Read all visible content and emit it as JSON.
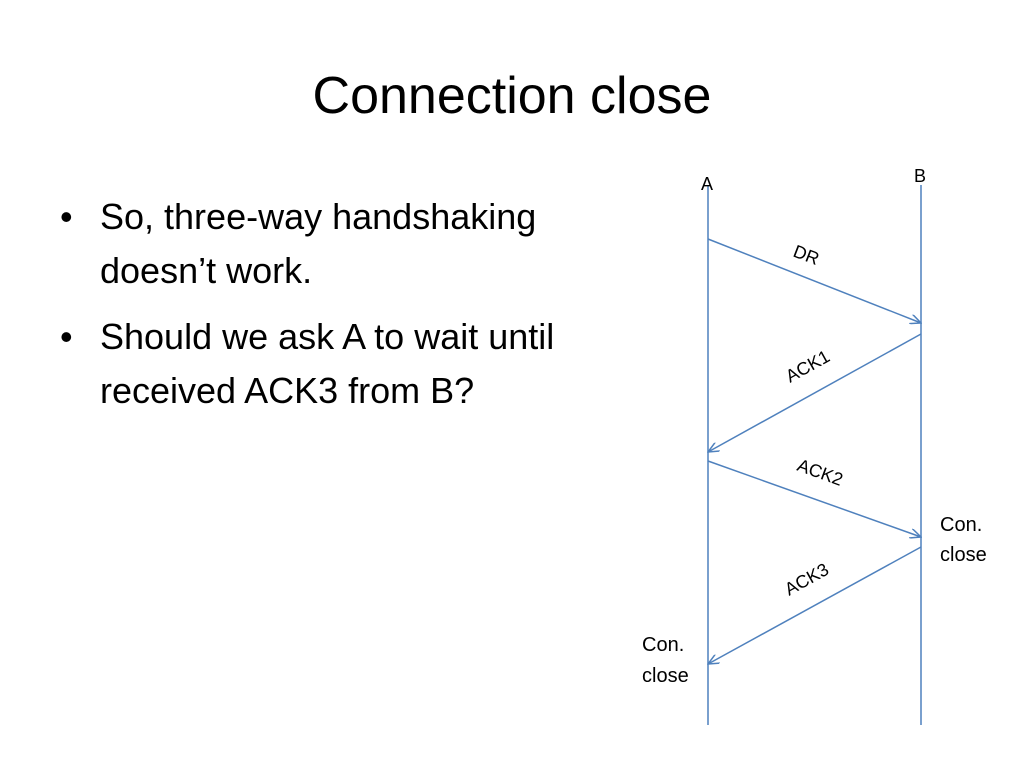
{
  "slide": {
    "title": "Connection close",
    "bullets": [
      "So, three-way handshaking doesn’t work.",
      "Should we ask A to wait until received ACK3 from B?"
    ]
  },
  "diagram": {
    "hosts": [
      {
        "id": "A",
        "label": "A"
      },
      {
        "id": "B",
        "label": "B"
      }
    ],
    "messages": [
      {
        "label": "DR",
        "from": "A",
        "to": "B"
      },
      {
        "label": "ACK1",
        "from": "B",
        "to": "A"
      },
      {
        "label": "ACK2",
        "from": "A",
        "to": "B"
      },
      {
        "label": "ACK3",
        "from": "B",
        "to": "A"
      }
    ],
    "close_b": [
      "Con.",
      "close"
    ],
    "close_a": [
      "Con.",
      "close"
    ],
    "line_color": "#4F81BD"
  }
}
